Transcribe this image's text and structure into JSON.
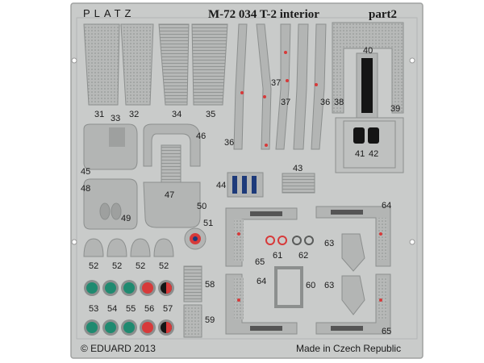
{
  "header": {
    "brand": "PLATZ",
    "kit": "M-72 034 T-2 interior",
    "part": "part2"
  },
  "footer": {
    "copyright": "© EDUARD 2013",
    "origin": "Made in Czech Republic"
  },
  "part_numbers": {
    "p31": "31",
    "p32": "32",
    "p33": "33",
    "p34": "34",
    "p35": "35",
    "p36a": "36",
    "p36b": "36",
    "p37a": "37",
    "p37b": "37",
    "p38": "38",
    "p39": "39",
    "p40": "40",
    "p41": "41",
    "p42": "42",
    "p43": "43",
    "p44": "44",
    "p45": "45",
    "p46": "46",
    "p47": "47",
    "p48": "48",
    "p49": "49",
    "p50": "50",
    "p51": "51",
    "p52a": "52",
    "p52b": "52",
    "p52c": "52",
    "p52d": "52",
    "p53": "53",
    "p54": "54",
    "p55": "55",
    "p56": "56",
    "p57": "57",
    "p58": "58",
    "p59": "59",
    "p60": "60",
    "p61": "61",
    "p62": "62",
    "p63a": "63",
    "p63b": "63",
    "p64a": "64",
    "p64b": "64",
    "p65a": "65",
    "p65b": "65"
  },
  "colors": {
    "fret": "#c9cbca",
    "fret_edge": "#a9abab",
    "part": "#b3b5b4",
    "part_dark": "#8c8f8e",
    "red": "#d73a3a",
    "green": "#1f8a70",
    "black": "#151515"
  }
}
